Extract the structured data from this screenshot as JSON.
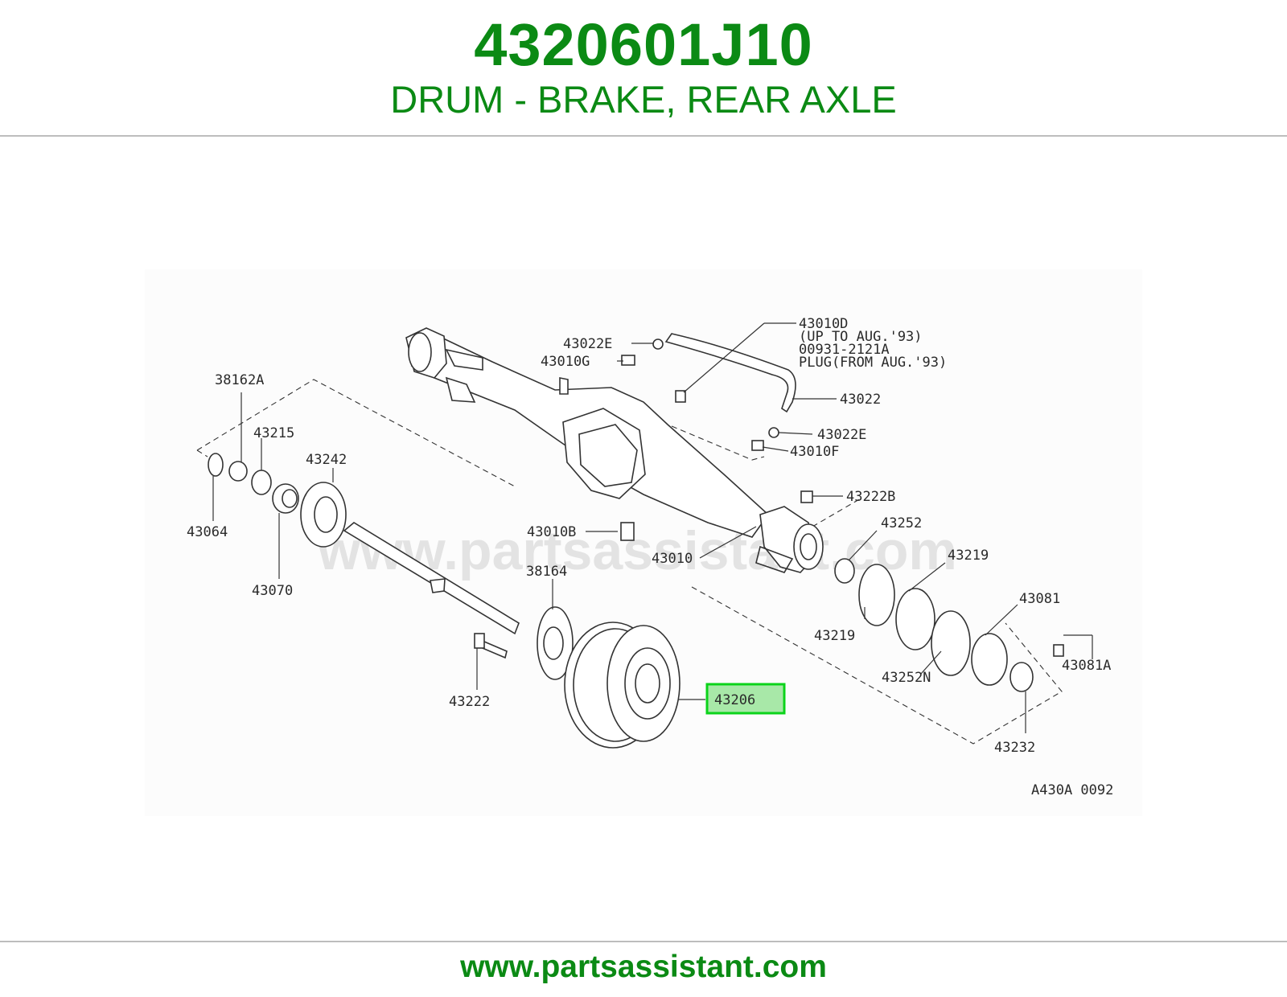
{
  "header": {
    "part_number": "4320601J10",
    "description": "DRUM - BRAKE, REAR AXLE"
  },
  "diagram": {
    "watermark": "www.partsassistant.com",
    "figure_code": "A430A 0092",
    "highlight_color": "#0bd31a",
    "highlight_fill": "#a8e8a8",
    "highlighted_part": "43206",
    "labels": {
      "l43010D": "43010D",
      "l43010D_note1": "(UP TO AUG.'93)",
      "l00931": "00931-2121A",
      "l00931_note": "PLUG(FROM AUG.'93)",
      "l43022E_top": "43022E",
      "l43010G": "43010G",
      "l43022": "43022",
      "l43022E_mid": "43022E",
      "l43010F": "43010F",
      "l43222B": "43222B",
      "l38162A": "38162A",
      "l43215": "43215",
      "l43242": "43242",
      "l43064": "43064",
      "l43070": "43070",
      "l43010B": "43010B",
      "l43010": "43010",
      "l43252": "43252",
      "l43219_top": "43219",
      "l43219_bot": "43219",
      "l43081": "43081",
      "l43081A": "43081A",
      "l43252N": "43252N",
      "l43232": "43232",
      "l38164": "38164",
      "l43222": "43222",
      "l43206": "43206"
    }
  },
  "footer": {
    "url": "www.partsassistant.com"
  }
}
